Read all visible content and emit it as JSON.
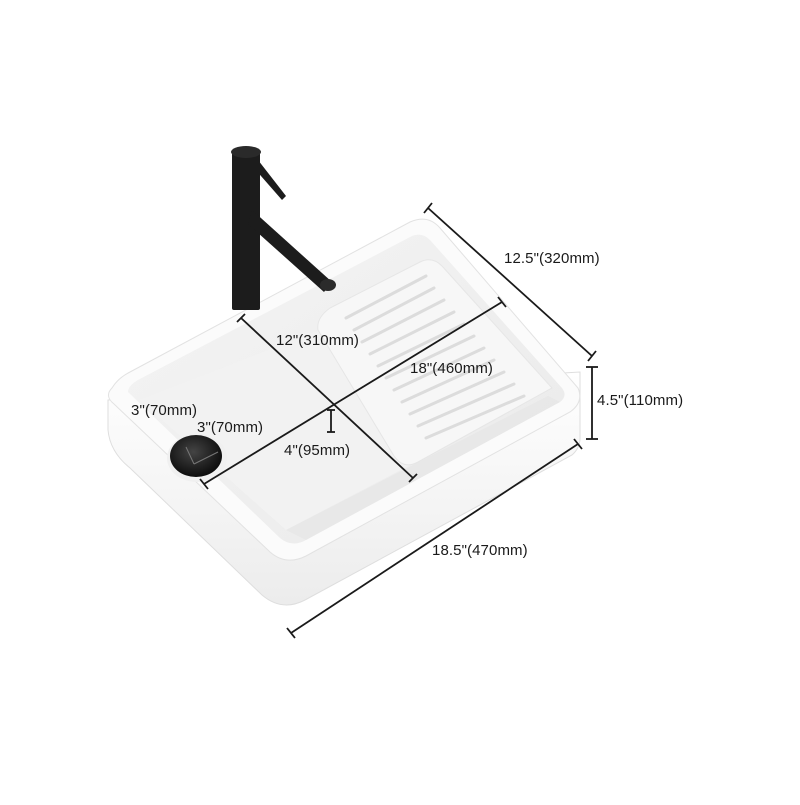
{
  "diagram": {
    "subject": "Rectangular vessel sink with washboard and black faucet",
    "colors": {
      "background": "#ffffff",
      "basin": "#f6f6f6",
      "basin_shadow": "#e6e6e6",
      "faucet": "#1c1c1c",
      "drain": "#111111",
      "dimension_line": "#1a1a1a",
      "text": "#1a1a1a"
    },
    "dimensions": {
      "outer_depth": "12.5\"(320mm)",
      "height": "4.5\"(110mm)",
      "outer_length": "18.5\"(470mm)",
      "inner_width": "12\"(310mm)",
      "inner_length": "18\"(460mm)",
      "drain_diameter_a": "3\"(70mm)",
      "drain_diameter_b": "3\"(70mm)",
      "inner_depth": "4\"(95mm)"
    },
    "components": {
      "faucet": "black-faucet-icon",
      "drain": "drain-icon",
      "washboard": "washboard-ridges"
    }
  }
}
